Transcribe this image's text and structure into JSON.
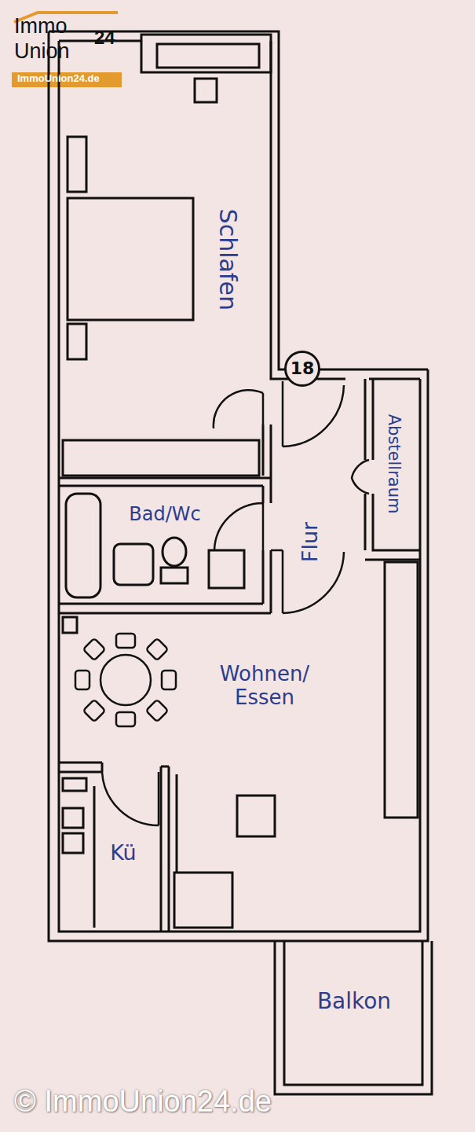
{
  "diagram": {
    "nodes": [
      {
        "text": [
          "Schlafen"
        ]
      },
      {
        "text": [
          "18"
        ]
      },
      {
        "text": [
          "Abstellraum"
        ]
      },
      {
        "text": [
          "Bad/Wc"
        ]
      },
      {
        "text": [
          "Flur"
        ]
      },
      {
        "text": [
          "Wohnen/ Essen"
        ]
      },
      {
        "text": [
          "Kü"
        ]
      },
      {
        "text": [
          "Balkon"
        ]
      }
    ],
    "labels": [
      "Immo",
      "Union",
      "24",
      "ImmoUnion24.de",
      "© ImmoUnion24.de"
    ]
  }
}
